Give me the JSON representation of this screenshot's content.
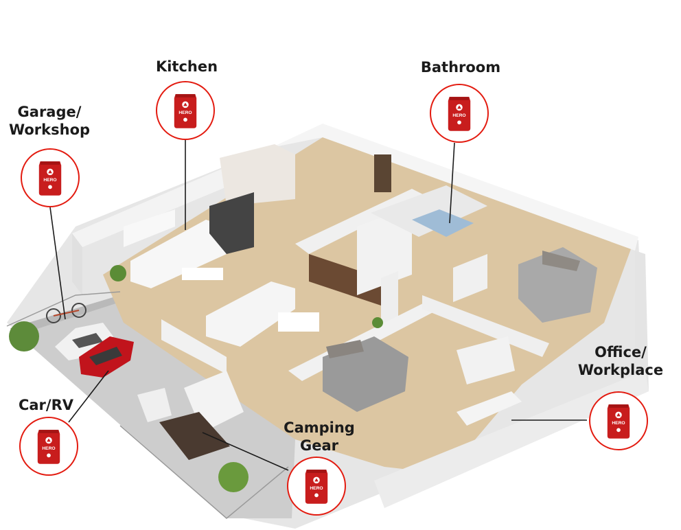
{
  "labels": {
    "kitchen": "Kitchen",
    "bathroom": "Bathroom",
    "garage_line1": "Garage/",
    "garage_line2": "Workshop",
    "office_line1": "Office/",
    "office_line2": "Workplace",
    "car": "Car/RV",
    "camping_line1": "Camping",
    "camping_line2": "Gear"
  },
  "product": {
    "brand_text": "HERO"
  },
  "colors": {
    "accent_red": "#e31b10",
    "pouch_red": "#c81d1d",
    "floor_wood": "#d9c3a0",
    "wall_white": "#f1f1f1",
    "patio_tile": "#cfcfcf"
  }
}
